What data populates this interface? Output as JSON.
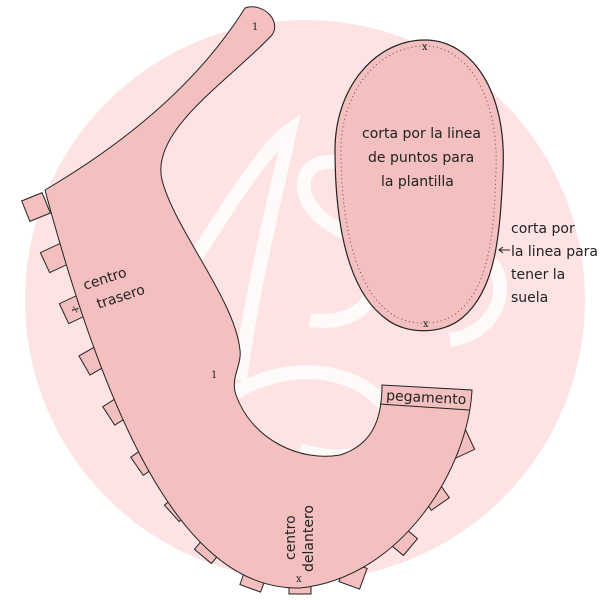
{
  "watermark": "ASBS",
  "colors": {
    "piece_fill": "#f4bfbf",
    "watermark_circle": "#fde3e3",
    "outline": "#222222"
  },
  "upper_piece": {
    "number_labels": [
      "1",
      "1"
    ],
    "back_center_label": [
      "centro",
      "trasero"
    ],
    "front_center_label": [
      "centro",
      "delantero"
    ],
    "glue_label": "pegamento",
    "notch_marks": [
      "x",
      "x"
    ]
  },
  "sole_piece": {
    "inner_text": [
      "corta por la linea",
      "de puntos para",
      "la plantilla"
    ],
    "notch_marks": [
      "x",
      "x"
    ]
  },
  "side_note": [
    "corta por",
    "la linea para",
    "tener la",
    "suela"
  ]
}
